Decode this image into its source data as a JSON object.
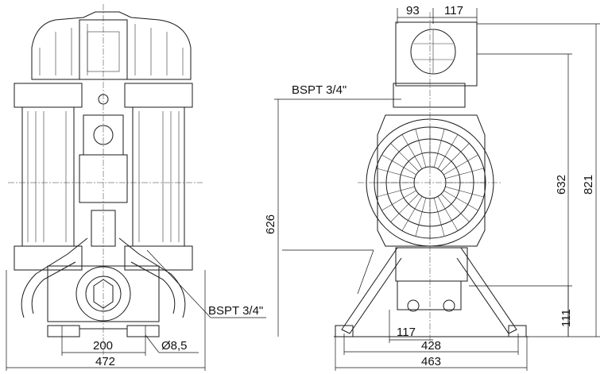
{
  "dimensions": {
    "top_left_width": "93",
    "top_right_width": "117",
    "inlet_port": "BSPT 3/4\"",
    "outlet_port": "BSPT 3/4\"",
    "height_626": "626",
    "height_632": "632",
    "height_821": "821",
    "height_111": "111",
    "bottom_117": "117",
    "feet_span_428": "428",
    "overall_width_463": "463",
    "hole_spacing_200": "200",
    "hole_diameter": "Ø8,5",
    "overall_width_472": "472"
  }
}
